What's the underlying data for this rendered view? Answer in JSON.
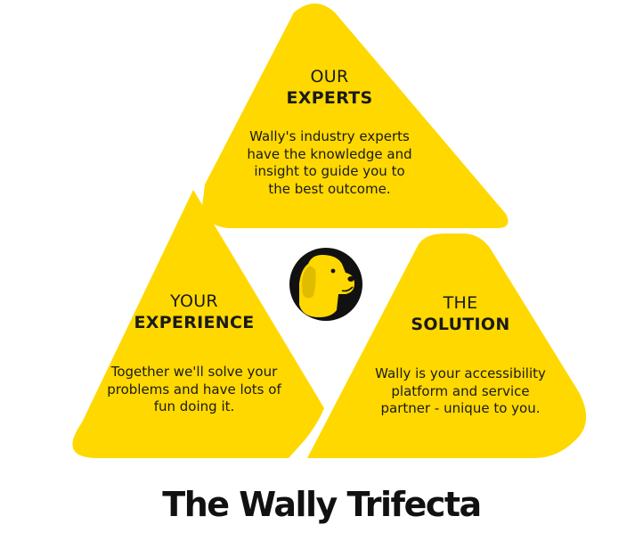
{
  "colors": {
    "triangle_fill": "#FFD800",
    "logo_bg": "#111111",
    "text": "#1a1a1a"
  },
  "sections": {
    "experts": {
      "heading_line1": "OUR",
      "heading_line2": "EXPERTS",
      "body": "Wally's industry experts have the knowledge and insight to guide you to the best outcome."
    },
    "experience": {
      "heading_line1": "YOUR",
      "heading_line2": "EXPERIENCE",
      "body": "Together we'll solve your problems and have lots of fun doing it."
    },
    "solution": {
      "heading_line1": "THE",
      "heading_line2": "SOLUTION",
      "body": "Wally is your accessibility platform and service partner - unique to you."
    }
  },
  "center_logo": {
    "icon": "dog-head-icon"
  },
  "title": "The Wally Trifecta"
}
